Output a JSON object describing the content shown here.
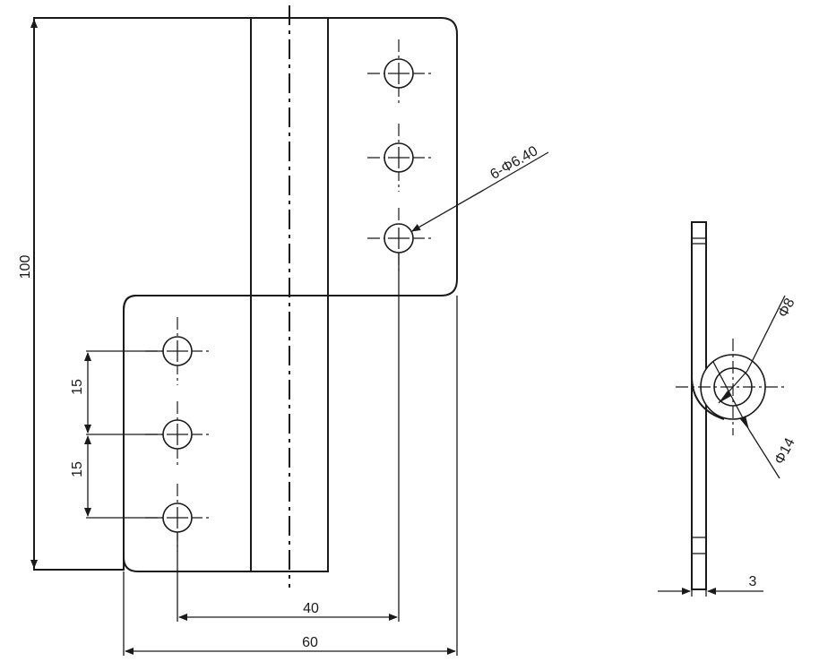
{
  "dimensions": {
    "height": "100",
    "pitch_top": "15",
    "pitch_bottom": "15",
    "hole_offset": "40",
    "total_width": "60",
    "hole_callout": "6-Φ6.40",
    "outer_diameter": "Φ14",
    "inner_diameter": "Φ8",
    "thickness": "3"
  }
}
